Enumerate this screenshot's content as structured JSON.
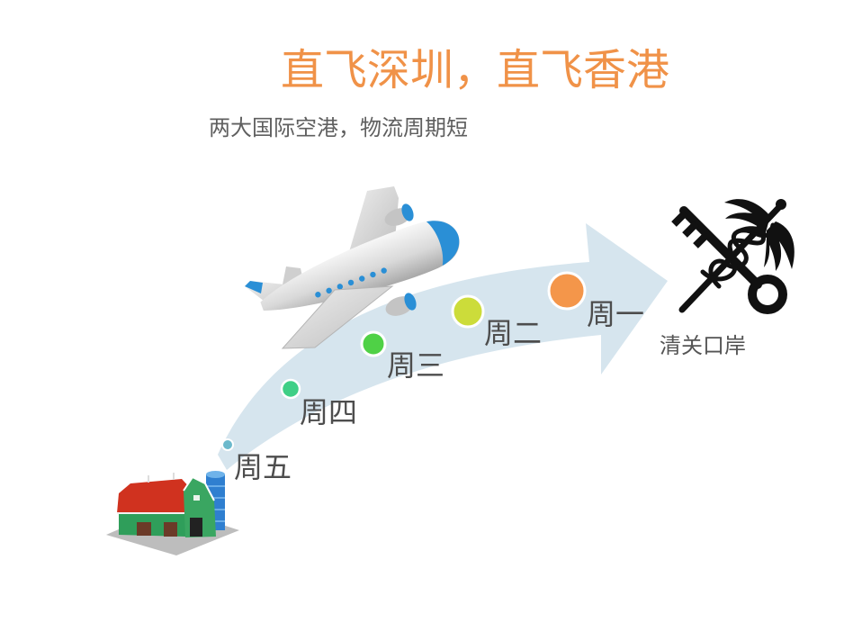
{
  "slide": {
    "title": "直飞深圳，直飞香港",
    "subtitle": "两大国际空港，物流周期短"
  },
  "route": {
    "steps": [
      {
        "label": "周五",
        "color": "#6bb9cc"
      },
      {
        "label": "周四",
        "color": "#3fcf86"
      },
      {
        "label": "周三",
        "color": "#4fd146"
      },
      {
        "label": "周二",
        "color": "#ccdc3a"
      },
      {
        "label": "周一",
        "color": "#f4964a"
      }
    ],
    "destination": "清关口岸"
  },
  "icons": {
    "origin": "barn-icon",
    "vehicle": "airplane-icon",
    "destination": "customs-emblem-icon",
    "route": "curved-arrow-icon"
  },
  "colors": {
    "title": "#f09248",
    "subtitle": "#5f5f5f",
    "label": "#4d4d4d",
    "destination_label": "#555555",
    "arrow": "#d6e5ee",
    "plane_accent": "#2a8fd6",
    "barn_roof": "#d0321f",
    "barn_wall": "#2f9e5a",
    "barn_gable": "#3aa661",
    "silo": "#2f7fd0",
    "emblem": "#111111"
  }
}
